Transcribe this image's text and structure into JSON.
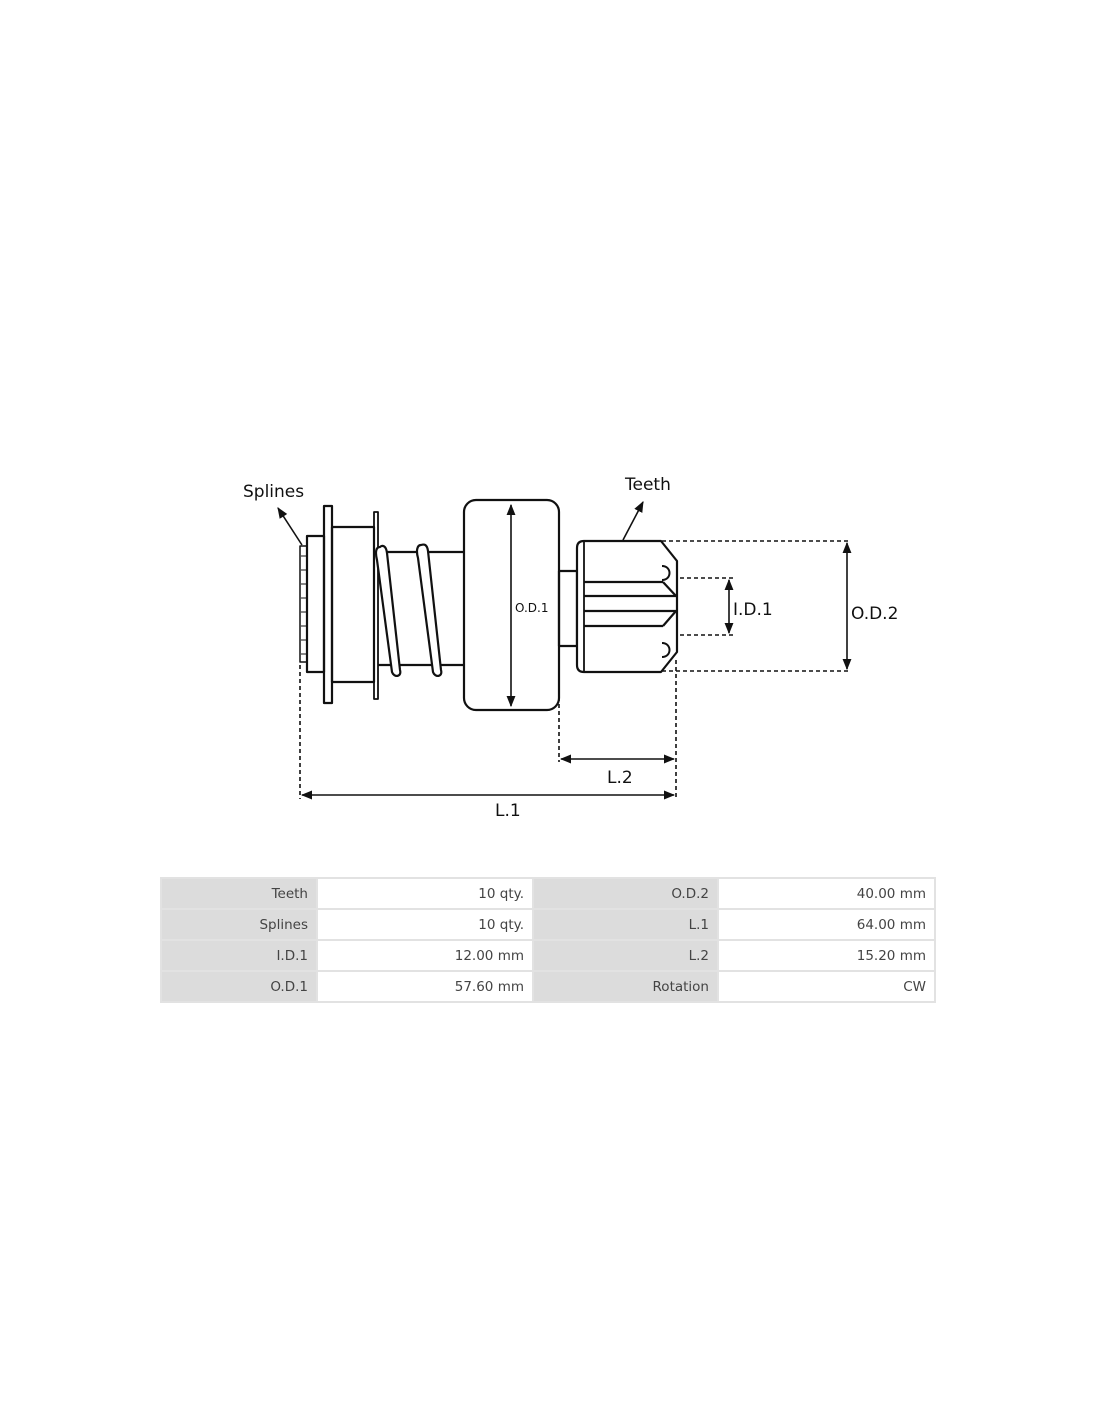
{
  "diagram": {
    "labels": {
      "splines": "Splines",
      "teeth": "Teeth",
      "od1": "O.D.1",
      "id1": "I.D.1",
      "od2": "O.D.2",
      "l2": "L.2",
      "l1": "L.1"
    }
  },
  "specs": {
    "rows": [
      [
        {
          "label": "Teeth",
          "value": "10 qty."
        },
        {
          "label": "O.D.2",
          "value": "40.00 mm"
        }
      ],
      [
        {
          "label": "Splines",
          "value": "10 qty."
        },
        {
          "label": "L.1",
          "value": "64.00 mm"
        }
      ],
      [
        {
          "label": "I.D.1",
          "value": "12.00 mm"
        },
        {
          "label": "L.2",
          "value": "15.20 mm"
        }
      ],
      [
        {
          "label": "O.D.1",
          "value": "57.60 mm"
        },
        {
          "label": "Rotation",
          "value": "CW"
        }
      ]
    ]
  }
}
